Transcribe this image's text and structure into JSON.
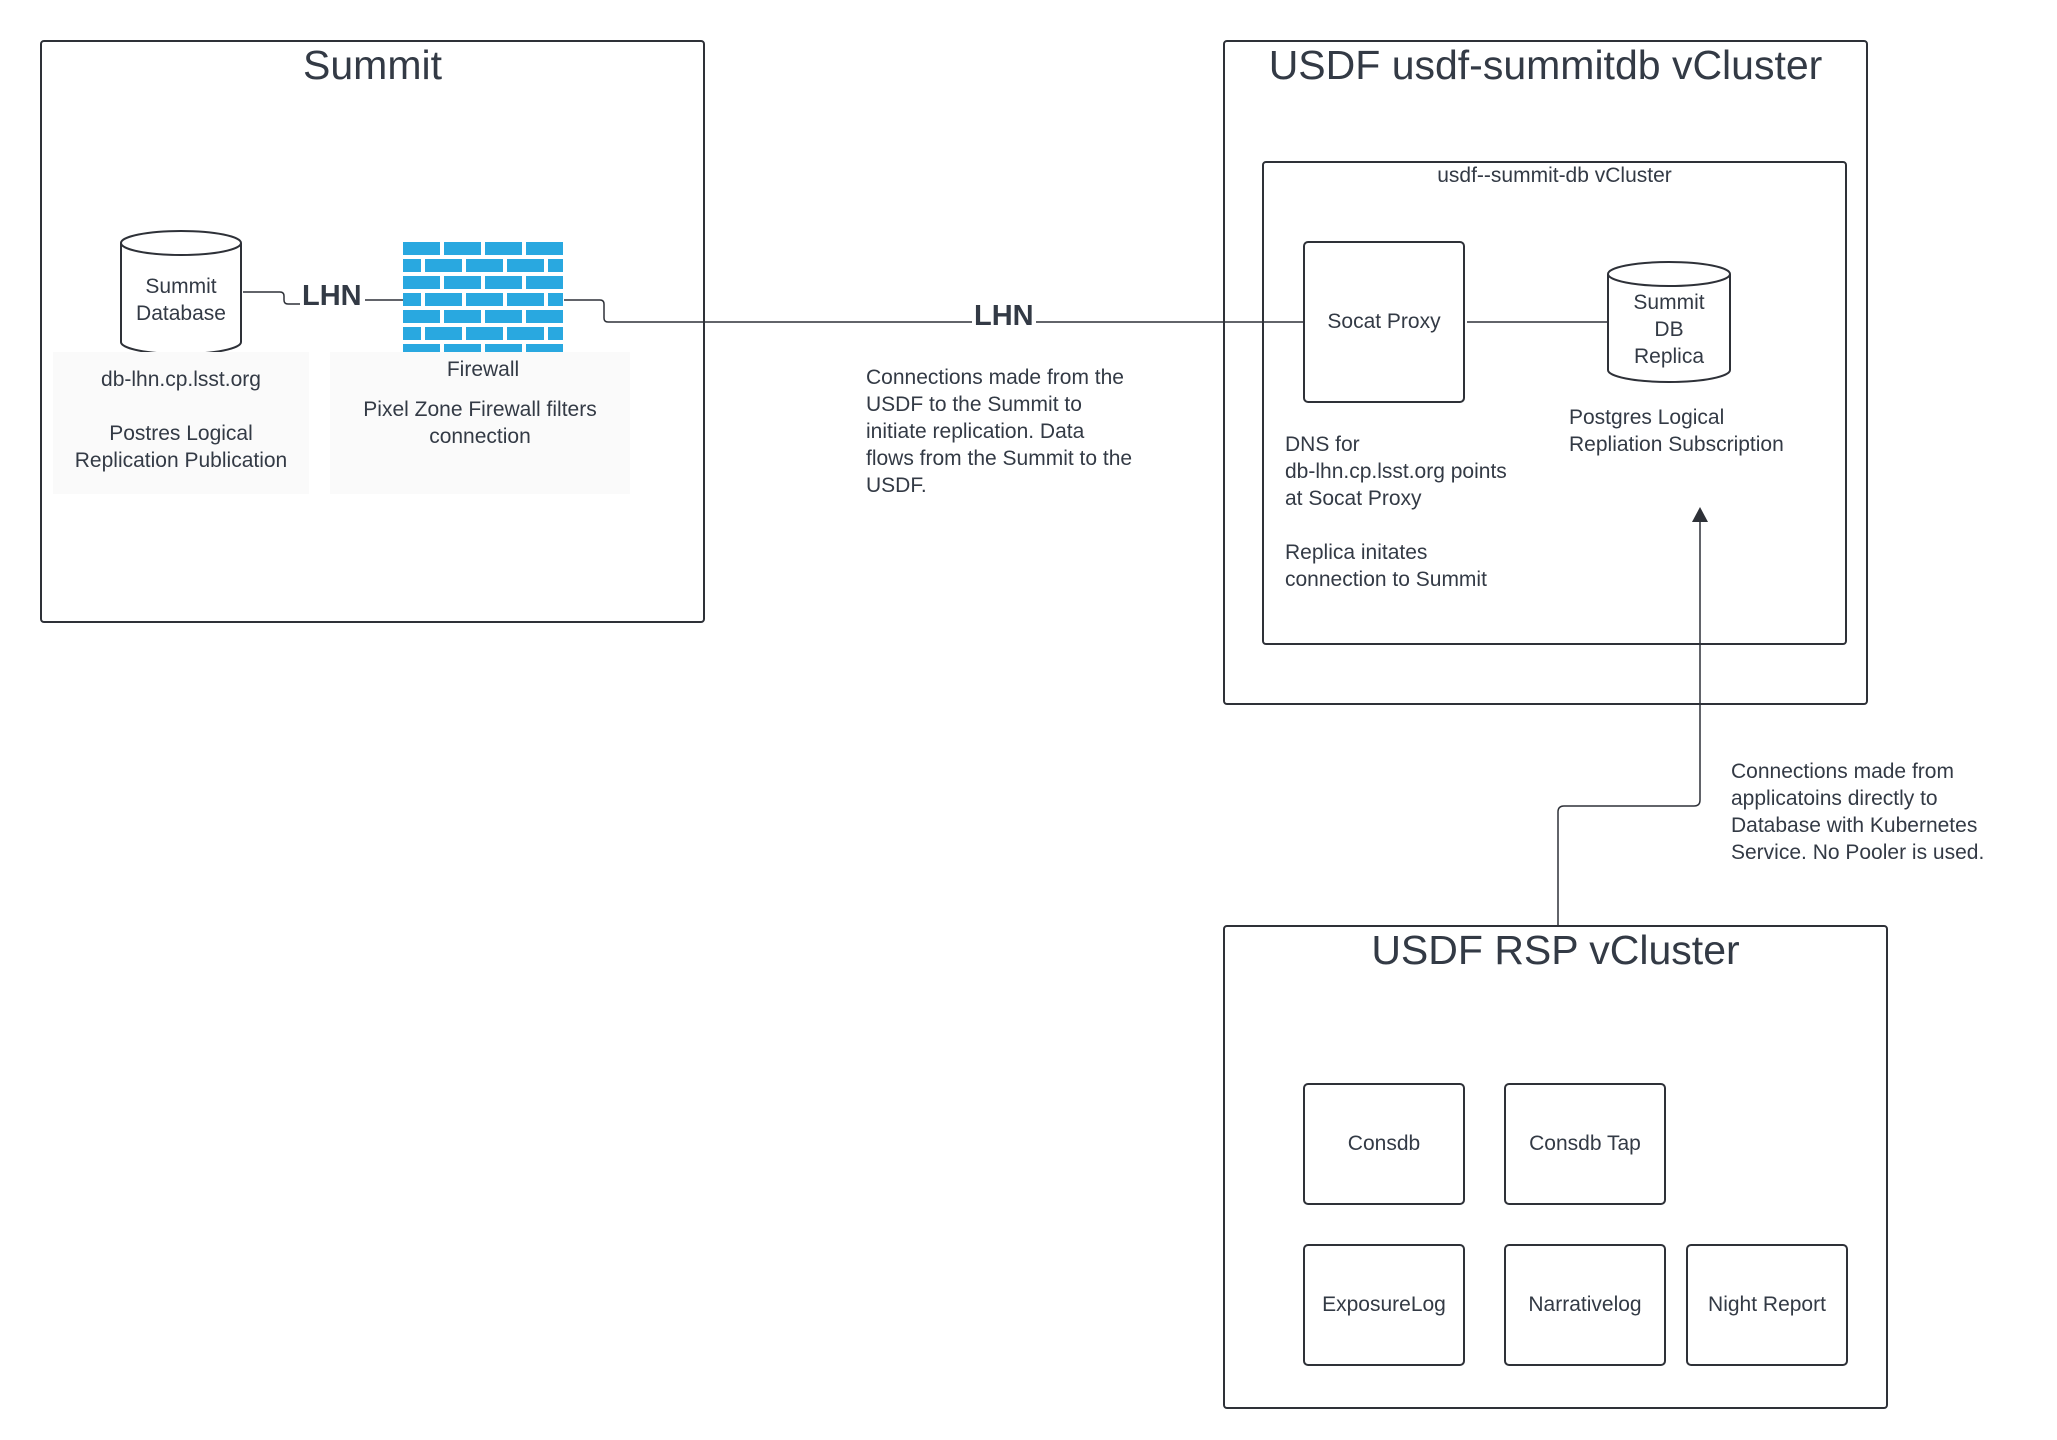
{
  "colors": {
    "firewall": "#29a8e0",
    "line": "#2e3138",
    "text": "#333a45"
  },
  "summit": {
    "title": "Summit",
    "database_label": "Summit\nDatabase",
    "db_host": "db-lhn.cp.lsst.org",
    "publication": "Postres Logical\nReplication Publication",
    "lhn_label": "LHN",
    "firewall_label": "Firewall",
    "firewall_note": "Pixel Zone Firewall filters\nconnection"
  },
  "link": {
    "lhn_label": "LHN",
    "note": "Connections made from the\nUSDF to the Summit to\ninitiate replication.  Data\nflows from the Summit to the\nUSDF."
  },
  "usdf_summitdb": {
    "title": "USDF usdf-summitdb vCluster",
    "inner_title": "usdf--summit-db vCluster",
    "socat_proxy": "Socat Proxy",
    "replica_label": "Summit\nDB\nReplica",
    "dns_note": "DNS for\ndb-lhn.cp.lsst.org points\nat Socat Proxy\n\nReplica initates\nconnection to Summit",
    "subscription_note": "Postgres Logical\nRepliation Subscription"
  },
  "app_connection_note": "Connections made from\napplicatoins directly to\nDatabase with Kubernetes\nService.  No Pooler is used.",
  "usdf_rsp": {
    "title": "USDF RSP vCluster",
    "apps": [
      "Consdb",
      "Consdb Tap",
      "ExposureLog",
      "Narrativelog",
      "Night Report"
    ]
  }
}
